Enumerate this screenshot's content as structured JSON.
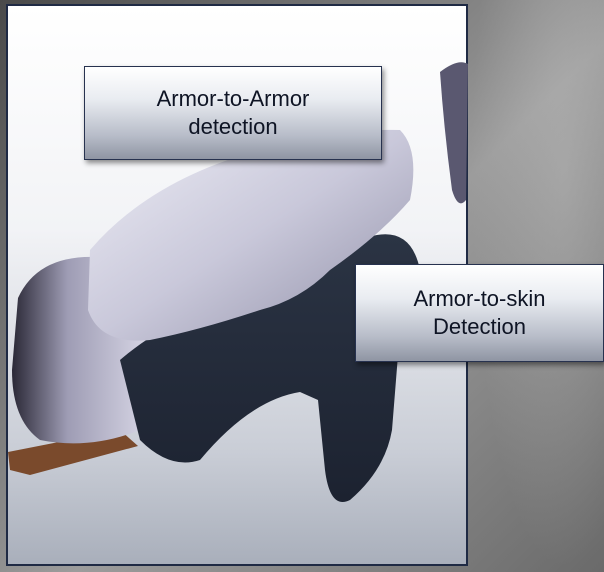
{
  "callouts": {
    "armor_to_armor": [
      "Armor-to-Armor",
      "detection"
    ],
    "armor_to_skin": [
      "Armor-to-skin",
      "Detection"
    ]
  }
}
